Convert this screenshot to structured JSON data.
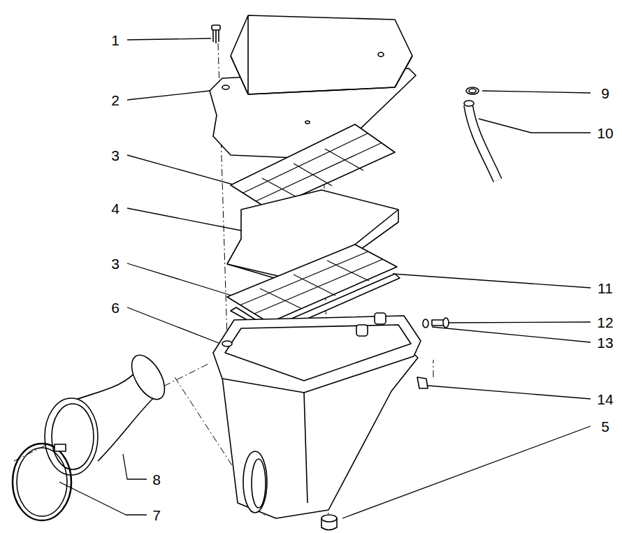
{
  "diagram": {
    "labels": [
      "1",
      "2",
      "9",
      "10",
      "3",
      "4",
      "11",
      "3",
      "6",
      "12",
      "13",
      "14",
      "5",
      "8",
      "7"
    ]
  }
}
